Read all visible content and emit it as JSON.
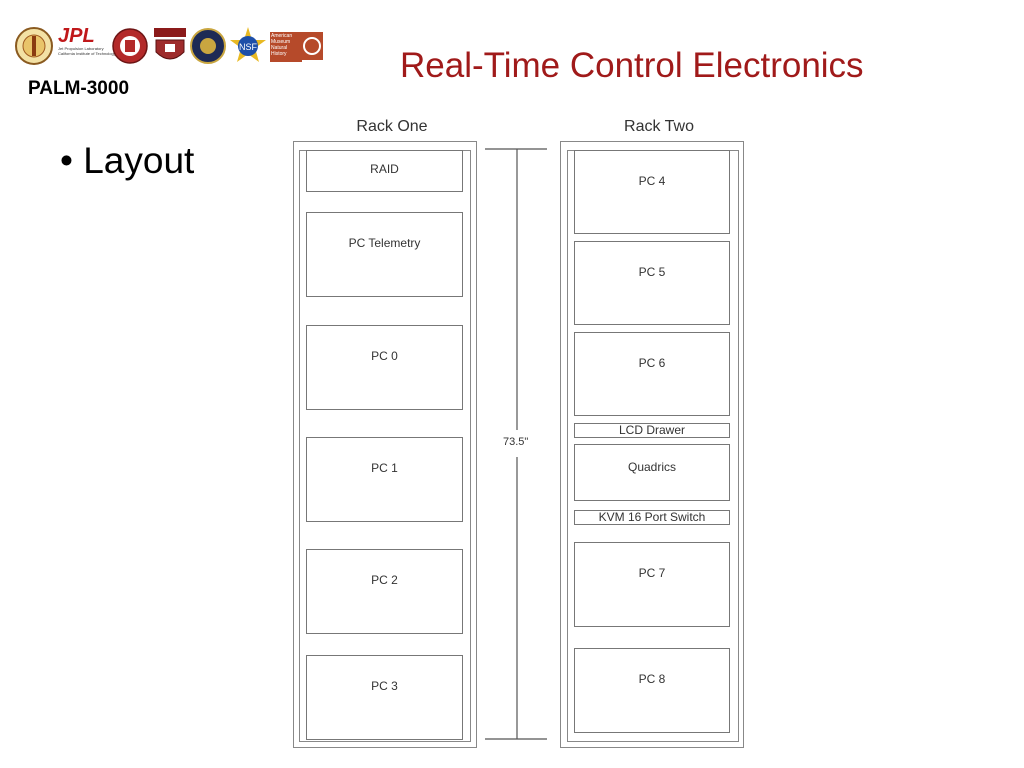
{
  "header": {
    "title": "Real-Time Control Electronics",
    "project": "PALM-3000",
    "logos": [
      "caltech-logo",
      "jpl-logo",
      "cornell-seal",
      "seal-icon",
      "crest-icon",
      "nsf-logo",
      "amnh-logo"
    ],
    "jpl_text": "JPL",
    "jpl_sub": "Jet Propulsion Laboratory\nCalifornia Institute of Technology",
    "amnh_text": "American Museum Natural History"
  },
  "bullets": [
    "•  Layout"
  ],
  "diagram": {
    "rack_one": {
      "label": "Rack One",
      "units": [
        "RAID",
        "PC Telemetry",
        "PC 0",
        "PC 1",
        "PC 2",
        "PC 3"
      ]
    },
    "rack_two": {
      "label": "Rack Two",
      "units": [
        "PC 4",
        "PC 5",
        "PC 6",
        "LCD Drawer",
        "Quadrics",
        "KVM 16 Port Switch",
        "PC 7",
        "PC 8"
      ]
    },
    "height_label": "73.5\""
  },
  "colors": {
    "title": "#a01a1a",
    "line": "#888888"
  }
}
